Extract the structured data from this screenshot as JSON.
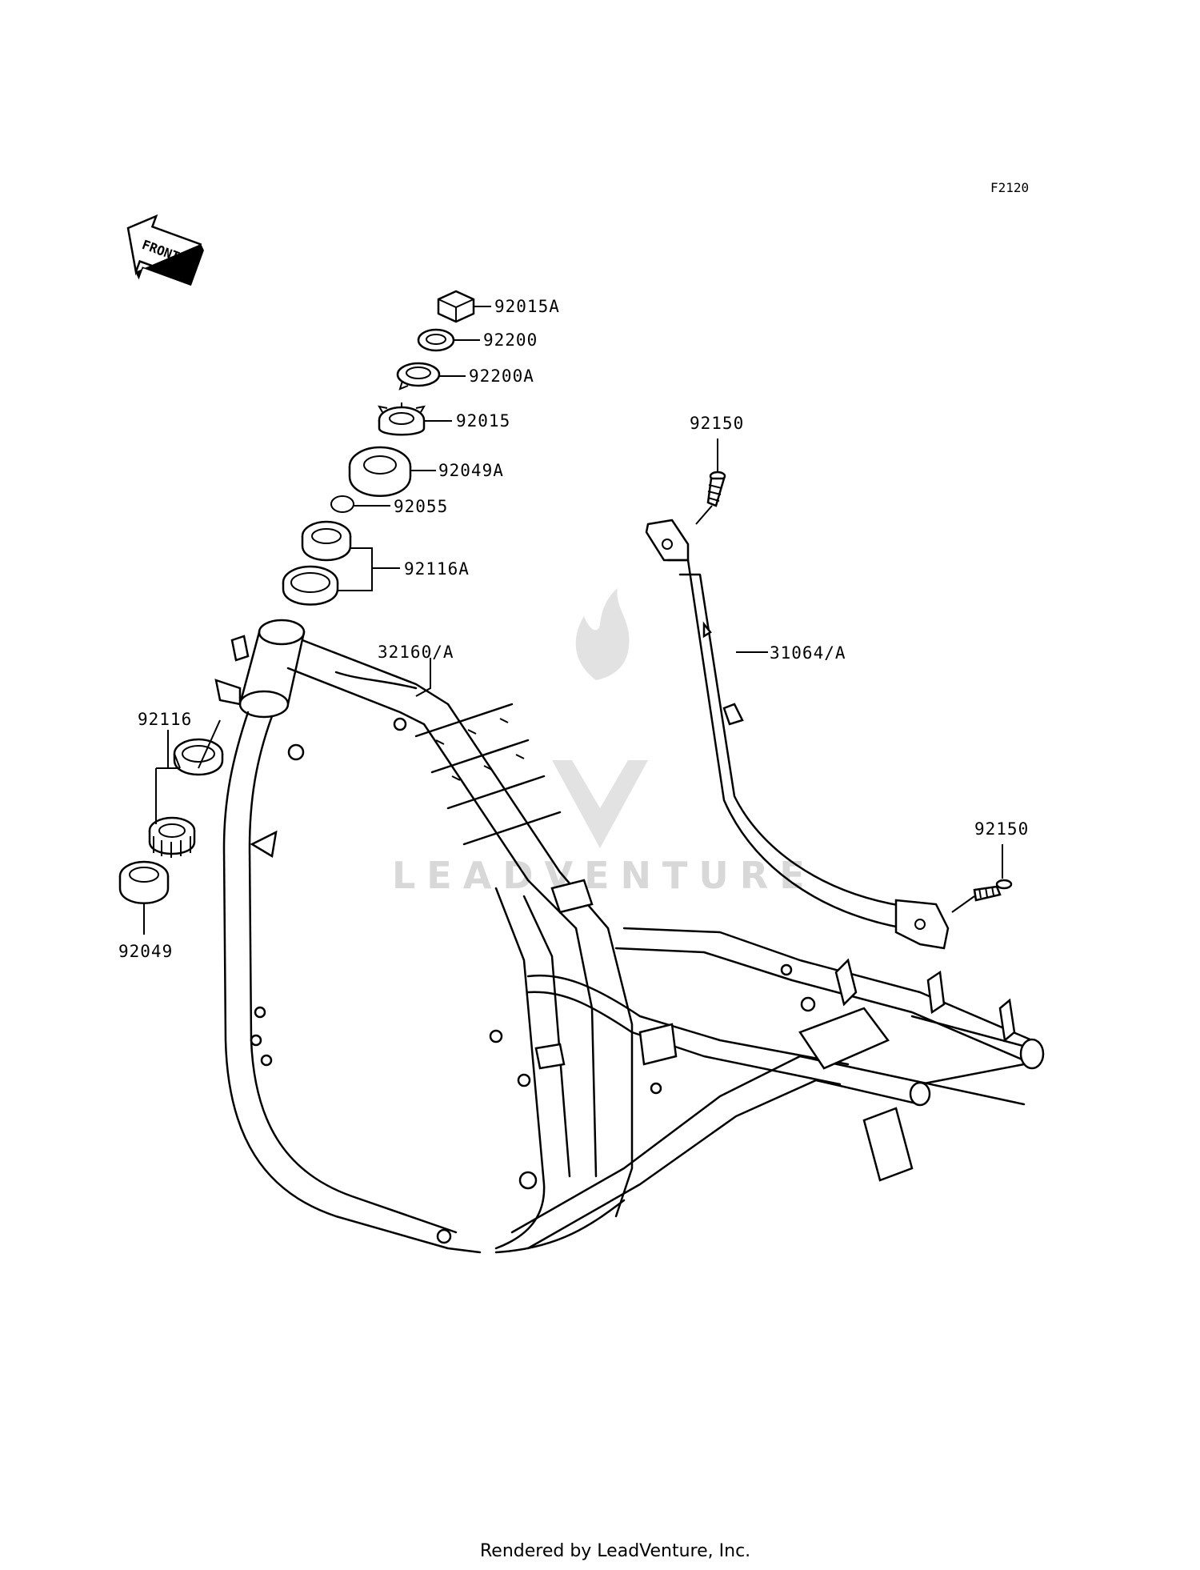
{
  "diagram_code": "F2120",
  "front_arrow_label": "FRONT",
  "watermark_text": "LEADVENTURE",
  "footer_text": "Rendered by LeadVenture, Inc.",
  "parts": {
    "p92015A": "92015A",
    "p92200": "92200",
    "p92200A": "92200A",
    "p92015": "92015",
    "p92049A": "92049A",
    "p92055": "92055",
    "p92116A": "92116A",
    "p32160A": "32160/A",
    "p92116": "92116",
    "p92049": "92049",
    "p92150_top": "92150",
    "p31064A": "31064/A",
    "p92150_bottom": "92150"
  }
}
